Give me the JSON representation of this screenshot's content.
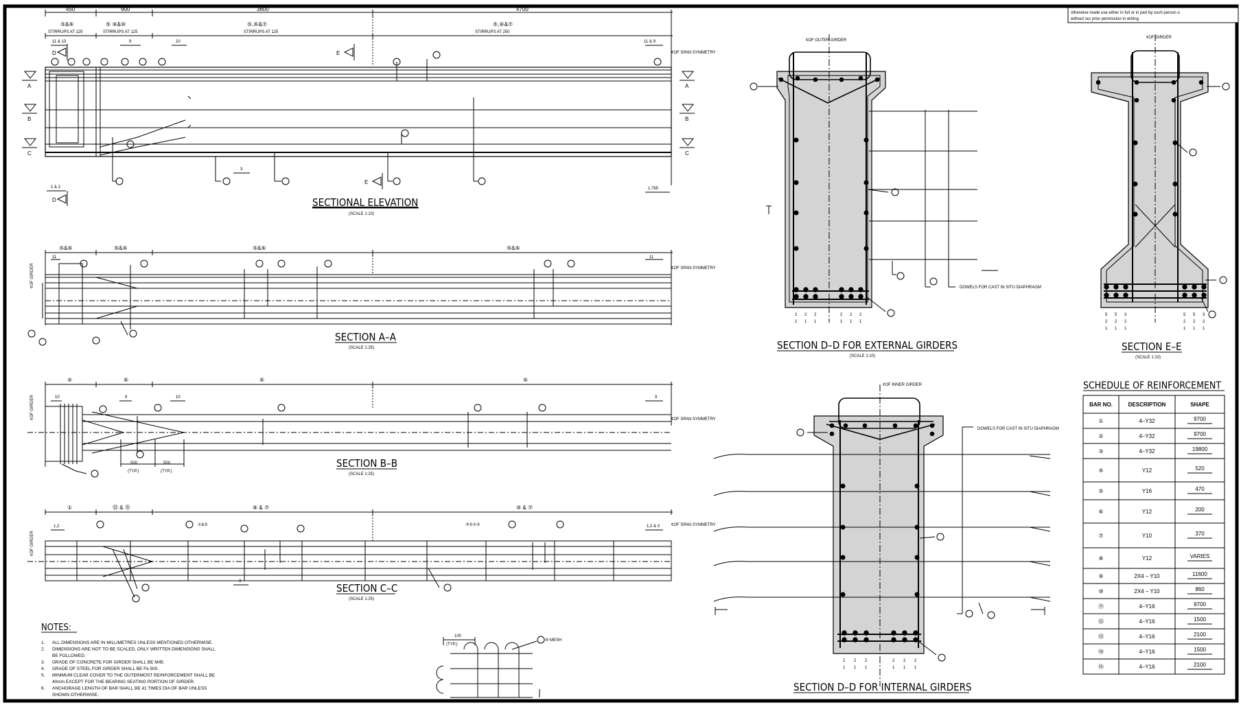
{
  "copyright_note": {
    "line1": "otherwise made use either in full or in part by such person o",
    "line2": "without our prior permission in writing"
  },
  "sections": {
    "elevation": {
      "title": "SECTIONAL ELEVATION",
      "scale": "(SCALE 1:10)",
      "dims_top": [
        "450",
        "900",
        "3600",
        "4700"
      ],
      "stirrup_labels": [
        "STIRRUPS AT 125",
        "STIRRUPS AT 125",
        "STIRRUPS AT 125",
        "STIRRUPS AT 250"
      ],
      "stirrup_groups": [
        "⑤&⑥",
        "⑤ ⑨&⑩",
        "⑤,⑥&⑦",
        "⑤,⑥&⑦"
      ],
      "spacing_labels": [
        "11 & 13",
        "9",
        "10",
        "11 & 9"
      ],
      "cut_marks": [
        "A",
        "B",
        "C"
      ],
      "section_markers": [
        "D",
        "E",
        "E",
        "D"
      ],
      "cl_span": "¢OF SPAN SYMMETRY",
      "bottom_dims": [
        "1 & 2",
        "3",
        "1,765"
      ]
    },
    "aa": {
      "title": "SECTION A–A",
      "scale": "(SCALE 1:25)",
      "groups": [
        "⑤&⑥",
        "⑤&⑥",
        "⑤&⑥",
        "⑤&⑥"
      ],
      "girder_label": "¢OF GIRDER",
      "cl_span": "¢OF SPAN SYMMETRY",
      "dims": [
        "11",
        "11"
      ]
    },
    "bb": {
      "title": "SECTION B–B",
      "scale": "(SCALE 1:25)",
      "dims": [
        "10",
        "9",
        "10",
        "9",
        "500",
        "500"
      ],
      "typ": [
        "(TYP.)",
        "(TYP.)"
      ],
      "girder_label": "¢OF GIRDER",
      "cl_span": "¢OF SPAN SYMMETRY"
    },
    "cc": {
      "title": "SECTION C–C",
      "scale": "(SCALE 1:25)",
      "groups": [
        "①",
        "⑫ & ⑨",
        "⑧ & ⑦",
        "⑨ & ⑦"
      ],
      "dims": [
        "1,2",
        "1,2 & 3",
        "3"
      ],
      "girder_label": "¢OF GIRDER",
      "cl_span": "¢OF SPAN SYMMETRY",
      "callouts": [
        "①&②",
        "③②①②"
      ]
    },
    "dd_ext": {
      "title": "SECTION D–D FOR EXTERNAL GIRDERS",
      "scale": "(SCALE 1:10)",
      "top_label": "¢OF OUTER GIRDER",
      "dowel_label": "DOWELS FOR CAST IN SITU DIAPHRAGM",
      "bottom_nums": [
        "2",
        "2",
        "2",
        "2",
        "2",
        "2"
      ],
      "bottom_nums2": [
        "1",
        "1",
        "1",
        "1",
        "1",
        "1"
      ]
    },
    "dd_int": {
      "title": "SECTION D–D FOR INTERNAL GIRDERS",
      "scale": "(SCALE 1:10)",
      "top_label": "¢OF INNER GIRDER",
      "dowel_label": "DOWELS FOR CAST IN SITU DIAPHRAGM",
      "bottom_nums": [
        "2",
        "2",
        "2",
        "2",
        "2",
        "2"
      ],
      "bottom_nums2": [
        "1",
        "1",
        "1",
        "1",
        "1",
        "1"
      ]
    },
    "ee": {
      "title": "SECTION E–E",
      "scale": "(SCALE 1:10)",
      "top_label": "¢OF GIRDER",
      "bottom_rows": [
        [
          "5",
          "5",
          "3",
          "5",
          "5",
          "3"
        ],
        [
          "2",
          "2",
          "2",
          "2",
          "2",
          "2"
        ],
        [
          "1",
          "1",
          "1",
          "1",
          "1",
          "1"
        ]
      ]
    }
  },
  "schedule": {
    "title": "SCHEDULE OF REINFORCEMENT",
    "headers": [
      "BAR NO.",
      "DESCRIPTION",
      "SHAPE"
    ],
    "rows": [
      {
        "bar": "①",
        "desc": "4–Y32",
        "shape": "9700"
      },
      {
        "bar": "②",
        "desc": "4–Y32",
        "shape": "9700"
      },
      {
        "bar": "③",
        "desc": "4–Y32",
        "shape": "19800"
      },
      {
        "bar": "④",
        "desc": "Y12",
        "shape": "520"
      },
      {
        "bar": "⑤",
        "desc": "Y16",
        "shape": "470"
      },
      {
        "bar": "⑥",
        "desc": "Y12",
        "shape": "200"
      },
      {
        "bar": "⑦",
        "desc": "Y10",
        "shape": "370"
      },
      {
        "bar": "⑧",
        "desc": "Y12",
        "shape": "VARIES"
      },
      {
        "bar": "⑨",
        "desc": "2X4 – Y10",
        "shape": "11600"
      },
      {
        "bar": "⑩",
        "desc": "2X4 – Y10",
        "shape": "860"
      },
      {
        "bar": "⑪",
        "desc": "4–Y16",
        "shape": "9700"
      },
      {
        "bar": "⑫",
        "desc": "4–Y16",
        "shape": "1500"
      },
      {
        "bar": "⑬",
        "desc": "4–Y16",
        "shape": "2100"
      },
      {
        "bar": "⑭",
        "desc": "4–Y16",
        "shape": "1500"
      },
      {
        "bar": "⑮",
        "desc": "4–Y16",
        "shape": "2100"
      }
    ]
  },
  "notes": {
    "title": "NOTES:",
    "items": [
      "ALL DIMENSIONS ARE IN MILLIMETRES UNLESS MENTIONED OTHERWISE.",
      "DIMENSIONS ARE NOT TO BE SCALED, ONLY WRITTEN DIMENSIONS SHALL",
      "BE FOLLOWED.",
      "GRADE OF CONCRETE FOR GIRDER SHALL BE M45.",
      "GRADE OF STEEL FOR GIRDER SHALL BE Fe 500.",
      "MINIMUM CLEAR COVER TO THE OUTERMOST REINFORCEMENT SHALL BE",
      "40mm EXCEPT FOR THE BEARING SEATING PORTION OF GIRDER.",
      "ANCHORAGE LENGTH OF BAR SHALL BE 41 TIMES DIA OF BAR UNLESS",
      "SHOWN OTHERWISE."
    ],
    "numbers": [
      "1.",
      "2.",
      "",
      "3.",
      "4.",
      "5.",
      "",
      "6.",
      ""
    ]
  },
  "mesh": {
    "label": "⑩ MESH",
    "typ": "(TYP.)",
    "dim": "100"
  }
}
